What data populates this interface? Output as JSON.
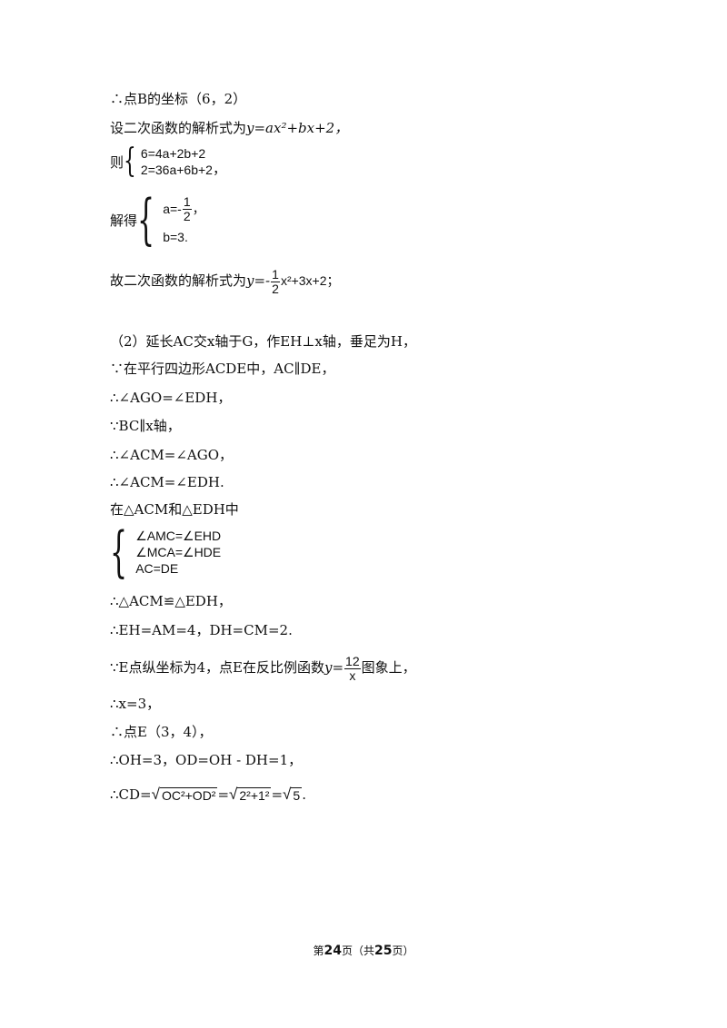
{
  "lines": {
    "l1": "∴点B的坐标（6，2）",
    "l2_prefix": "设二次函数的解析式为",
    "l2_formula": "y=ax²+bx+2，",
    "l3_prefix": "则",
    "l3_row1": "6=4a+2b+2",
    "l3_row2": "2=36a+6b+2",
    "l3_suffix": "，",
    "l4_prefix": "解得",
    "l4_row1_a": "a=-",
    "l4_row1_num": "1",
    "l4_row1_den": "2",
    "l4_row1_suffix": "，",
    "l4_row2": "b=3.",
    "l5_prefix": "故二次函数的解析式为",
    "l5_y": "y=-",
    "l5_num": "1",
    "l5_den": "2",
    "l5_rest": "x²+3x+2；",
    "l6": "（2）延长AC交x轴于G，作EH⊥x轴，垂足为H，",
    "l7": "∵在平行四边形ACDE中，AC∥DE，",
    "l8": "∴∠AGO=∠EDH，",
    "l9": "∵BC∥x轴，",
    "l10": "∴∠ACM=∠AGO，",
    "l11": "∴∠ACM=∠EDH.",
    "l12": "在△ACM和△EDH中",
    "sys3_row1": "∠AMC=∠EHD",
    "sys3_row2": "∠MCA=∠HDE",
    "sys3_row3": "AC=DE",
    "l13": "∴△ACM≌△EDH，",
    "l14": "∴EH=AM=4，DH=CM=2.",
    "l15_prefix": "∵E点纵坐标为4，点E在反比例函数",
    "l15_y": "y=",
    "l15_num": "12",
    "l15_den": "x",
    "l15_suffix": "图象上，",
    "l16": "∴x=3，",
    "l17": "∴点E（3，4），",
    "l18": "∴OH=3，OD=OH - DH=1，",
    "l19_prefix": "∴CD=",
    "l19_sqrt1": "OC²+OD²",
    "l19_eq1": "=",
    "l19_sqrt2": "2²+1²",
    "l19_eq2": "=",
    "l19_sqrt3": "5",
    "l19_end": "."
  },
  "footer": {
    "prefix": "第",
    "page": "24",
    "mid": "页（共",
    "total": "25",
    "suffix": "页）"
  }
}
